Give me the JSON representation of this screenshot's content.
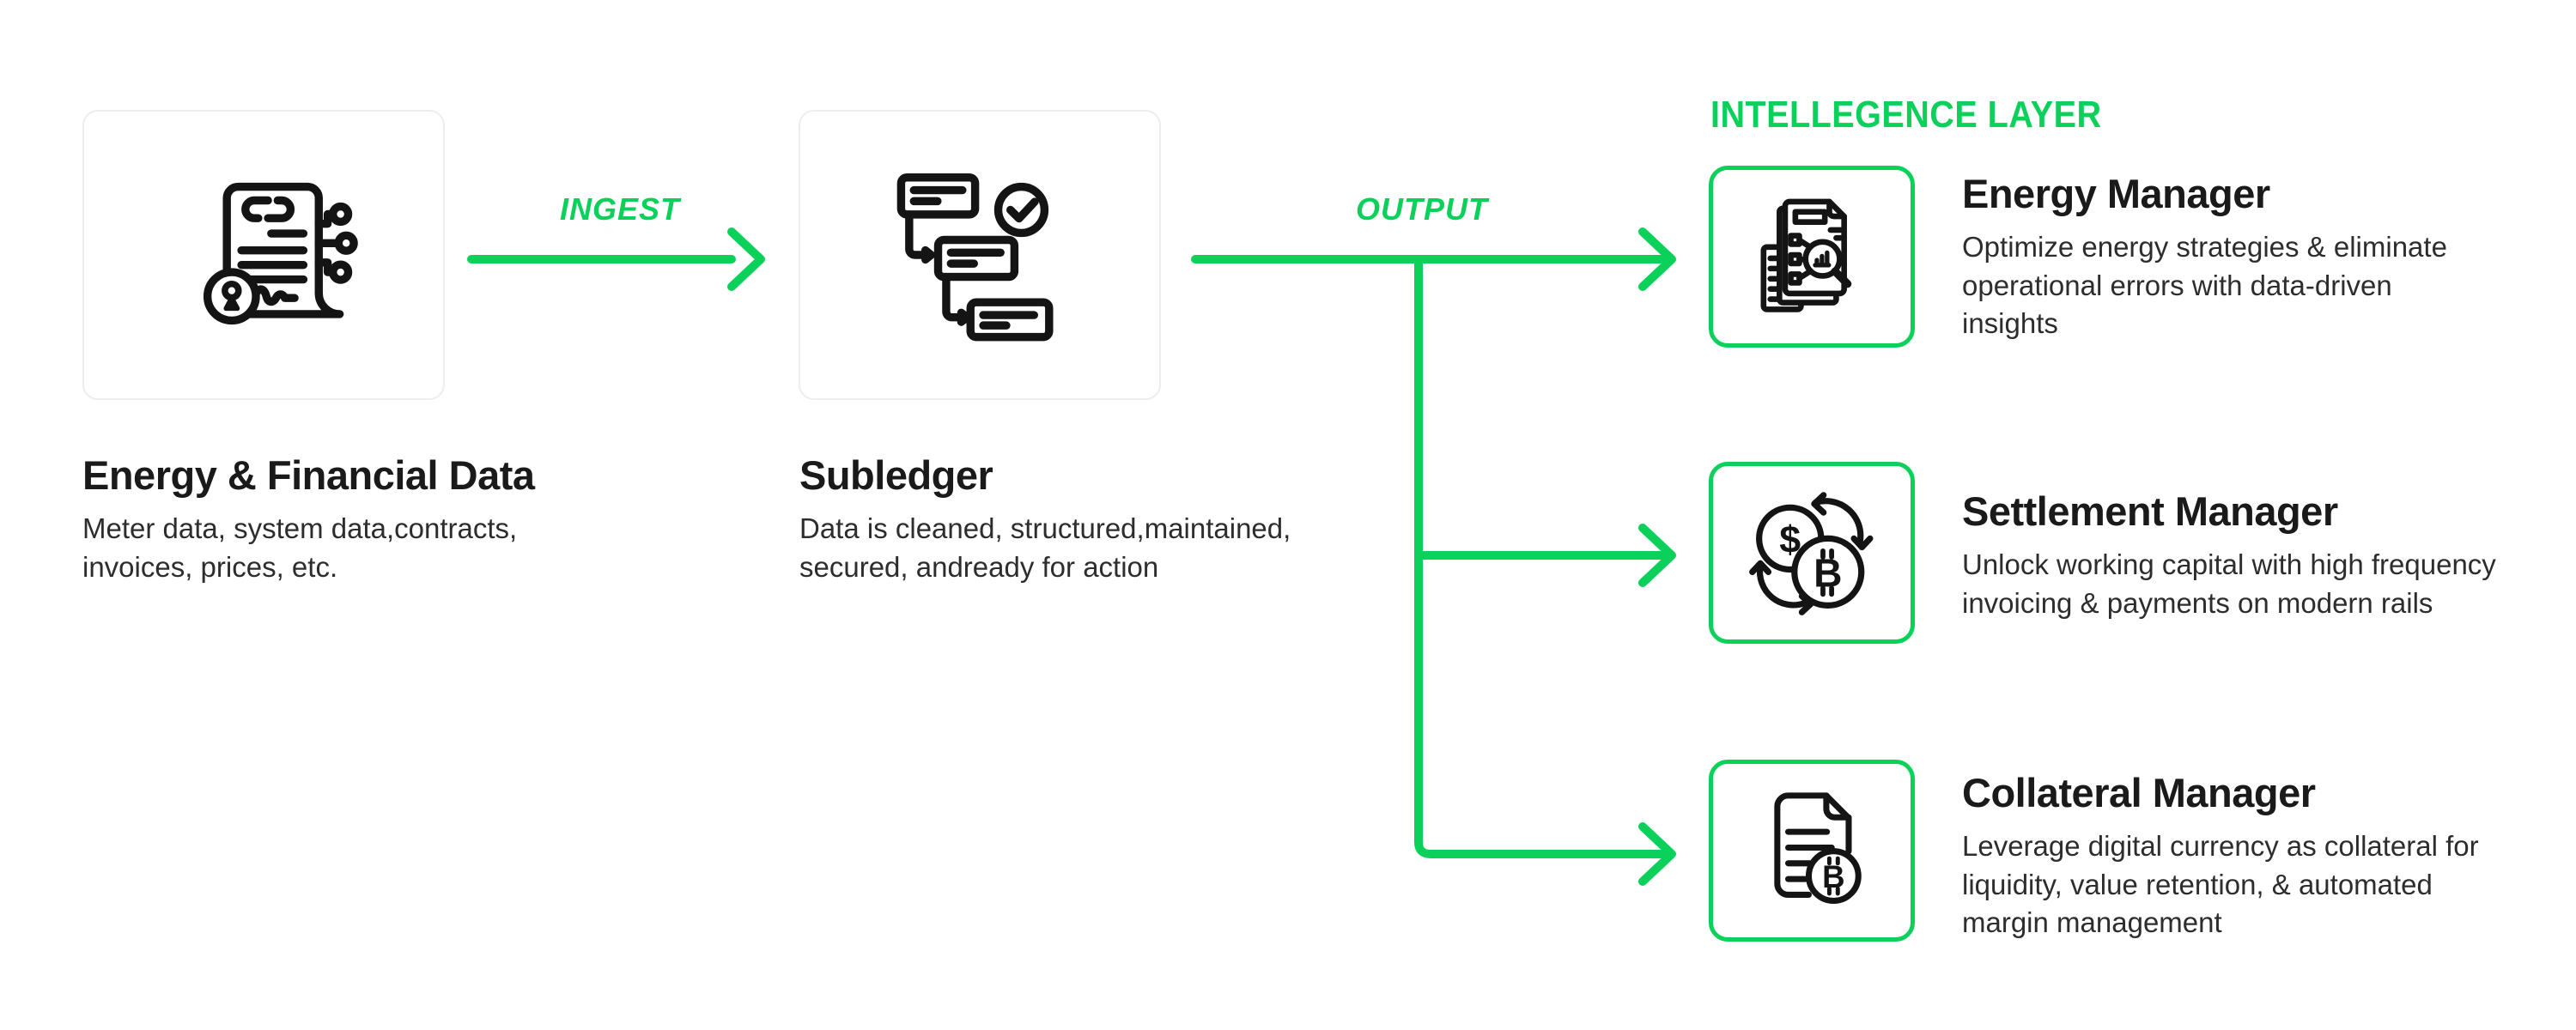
{
  "colors": {
    "green": "#0bd15a",
    "ink": "#141414",
    "card_border": "#ededed",
    "title_text": "#1a1a1a",
    "body_text": "#2d2d2d"
  },
  "flow": {
    "source": {
      "title": "Energy & Financial Data",
      "description_lines": [
        "Meter data, system data,contracts,",
        "invoices, prices, etc."
      ],
      "icon": "contract-document-icon"
    },
    "ingest_label": "INGEST",
    "subledger": {
      "title": "Subledger",
      "description_lines": [
        "Data is cleaned, structured,maintained,",
        "secured, andready for action"
      ],
      "icon": "flowchart-check-icon"
    },
    "output_label": "OUTPUT",
    "intelligence": {
      "heading": "INTELLEGENCE LAYER",
      "items": [
        {
          "title": "Energy Manager",
          "description_lines": [
            "Optimize energy strategies & eliminate",
            "operational errors with data-driven",
            "insights"
          ],
          "icon": "report-magnifier-chart-icon"
        },
        {
          "title": "Settlement Manager",
          "description_lines": [
            "Unlock working capital with high frequency",
            "invoicing & payments on modern rails"
          ],
          "icon": "currency-exchange-icon"
        },
        {
          "title": "Collateral Manager",
          "description_lines": [
            "Leverage digital currency as collateral for",
            "liquidity, value retention, & automated",
            "margin management"
          ],
          "icon": "document-bitcoin-icon"
        }
      ]
    }
  }
}
